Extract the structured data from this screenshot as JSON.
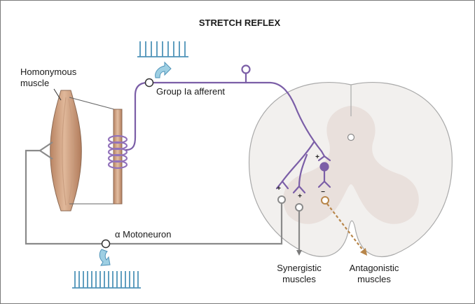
{
  "title": "STRETCH REFLEX",
  "labels": {
    "muscle": [
      "Homonymous",
      "muscle"
    ],
    "afferent": "Group Ia afferent",
    "motoneuron": "α Motoneuron",
    "synergistic": [
      "Synergistic",
      "muscles"
    ],
    "antagonistic": [
      "Antagonistic",
      "muscles"
    ]
  },
  "synapse_signs": {
    "afferent_to_interneuron": "+",
    "interneuron_to_antagonist": "−",
    "afferent_to_synergist": "+",
    "afferent_to_motoneuron": "+"
  },
  "colors": {
    "afferent": "#7b5ea7",
    "motor": "#8a8a8a",
    "antagonist": "#b8864a",
    "cord_white": "#f2f0ee",
    "cord_gray": "#e9e0dc",
    "muscle": "#d4a88a",
    "spindle_coil": "#9272bb",
    "arrow_fill": "#9ecfe3",
    "spike_train": "#4f93b8"
  },
  "icons": {
    "afferent_spikes": "spike-train-icon",
    "afferent_arrow": "curved-arrow-icon",
    "motor_spikes": "spike-train-icon",
    "motor_arrow": "curved-arrow-icon"
  }
}
